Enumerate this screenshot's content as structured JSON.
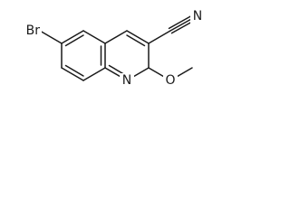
{
  "molecule": {
    "atom_labels": {
      "br": "Br",
      "n_ring": "N",
      "o": "O",
      "n_nitrile": "N"
    },
    "bond_color": "#1a1a1a",
    "background": "#ffffff"
  }
}
